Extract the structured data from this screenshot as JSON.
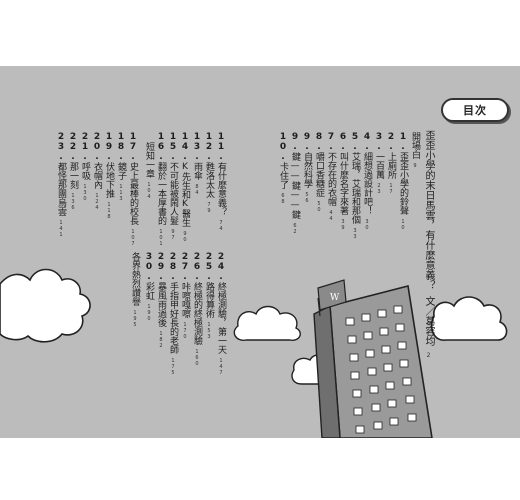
{
  "toc": {
    "title": "目次",
    "subtitle": "歪歪小學的末日馬雲，有什麼意義？",
    "subtitle_credit": "文／葛容均",
    "subtitle_page": "2",
    "entries": [
      {
        "num": "",
        "title": "開場白",
        "page": "9"
      },
      {
        "num": "1.",
        "title": "歪歪小學的鈴聲",
        "page": "10"
      },
      {
        "num": "2.",
        "title": "上廁所",
        "page": "17"
      },
      {
        "num": "3.",
        "title": "一百萬",
        "page": "23"
      },
      {
        "num": "4.",
        "title": "細想過設計吧！",
        "page": "30"
      },
      {
        "num": "5.",
        "title": "艾瑞，艾瑞和那個",
        "page": "33"
      },
      {
        "num": "6.",
        "title": "叫什麼名字來著",
        "page": "39"
      },
      {
        "num": "7.",
        "title": "不存在的衣帽",
        "page": "44"
      },
      {
        "num": "8.",
        "title": "嚼口香糖症",
        "page": "50"
      },
      {
        "num": "9.",
        "title": "自然科學",
        "page": "56"
      },
      {
        "num": "9.",
        "title": "鍵——鍵——鍵",
        "page": "62"
      },
      {
        "num": "10.",
        "title": "卡住了",
        "page": "68"
      },
      {
        "num": "11.",
        "title": "有什麼意義？",
        "page": "74"
      },
      {
        "num": "12.",
        "title": "甦洛太太",
        "page": "79"
      },
      {
        "num": "13.",
        "title": "雨傘",
        "page": "84"
      },
      {
        "num": "14.",
        "title": "K先生和K醫生",
        "page": "90"
      },
      {
        "num": "15.",
        "title": "不可能被鬧人髮",
        "page": "97"
      },
      {
        "num": "16.",
        "title": "翻於一本厚書的",
        "page": "101"
      },
      {
        "num": "",
        "title": "短知一章",
        "page": "104"
      },
      {
        "num": "17.",
        "title": "史上最棒的校長",
        "page": "107"
      },
      {
        "num": "18.",
        "title": "鏡子",
        "page": "113"
      },
      {
        "num": "19.",
        "title": "伏地下推",
        "page": "118"
      },
      {
        "num": "20.",
        "title": "衣帽內",
        "page": "124"
      },
      {
        "num": "21.",
        "title": "呼吸",
        "page": "130"
      },
      {
        "num": "22.",
        "title": "那一刻",
        "page": "136"
      },
      {
        "num": "23.",
        "title": "都怪那團烏雲",
        "page": "141"
      },
      {
        "num": "24.",
        "title": "終極測驗，第一天",
        "page": "147"
      },
      {
        "num": "25.",
        "title": "路得算術",
        "page": "153"
      },
      {
        "num": "26.",
        "title": "終極的終極測驗",
        "page": "160"
      },
      {
        "num": "27.",
        "title": "咔嚓嘎嚓",
        "page": "170"
      },
      {
        "num": "28.",
        "title": "手指甲好長的老師",
        "page": "175"
      },
      {
        "num": "29.",
        "title": "暴風雨過後",
        "page": "182"
      },
      {
        "num": "30.",
        "title": "彩虹",
        "page": "190"
      },
      {
        "num": "",
        "title": "各界熱烈讚譽",
        "page": "195"
      }
    ]
  }
}
